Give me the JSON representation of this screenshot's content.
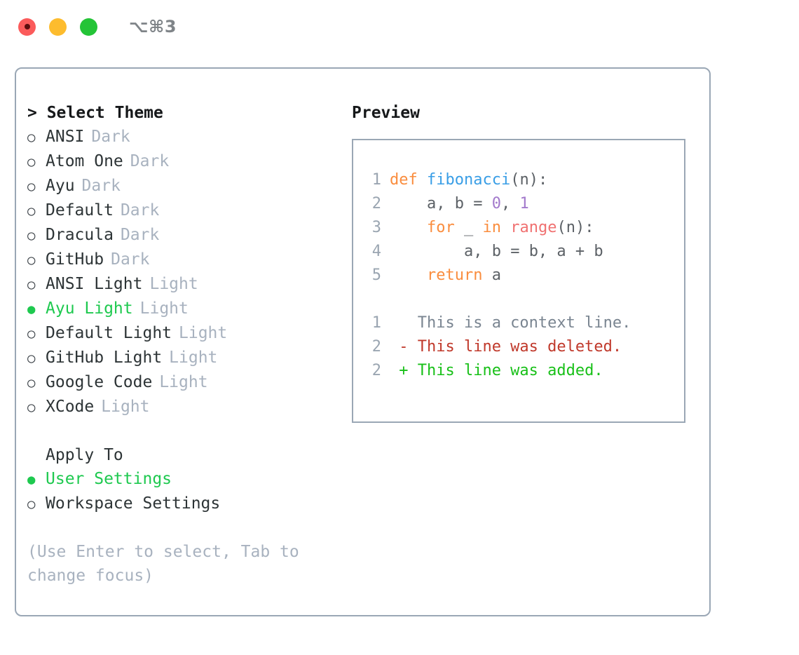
{
  "window": {
    "title": "⌥⌘3",
    "traffic_lights": [
      "close-red",
      "minimize-yellow",
      "maximize-green"
    ]
  },
  "left": {
    "section_title": "> Select Theme",
    "themes": [
      {
        "marker": "○",
        "label": "ANSI",
        "badge": "Dark",
        "selected": false
      },
      {
        "marker": "○",
        "label": "Atom One",
        "badge": "Dark",
        "selected": false
      },
      {
        "marker": "○",
        "label": "Ayu",
        "badge": "Dark",
        "selected": false
      },
      {
        "marker": "○",
        "label": "Default",
        "badge": "Dark",
        "selected": false
      },
      {
        "marker": "○",
        "label": "Dracula",
        "badge": "Dark",
        "selected": false
      },
      {
        "marker": "○",
        "label": "GitHub",
        "badge": "Dark",
        "selected": false
      },
      {
        "marker": "○",
        "label": "ANSI Light",
        "badge": "Light",
        "selected": false
      },
      {
        "marker": "●",
        "label": "Ayu Light",
        "badge": "Light",
        "selected": true
      },
      {
        "marker": "○",
        "label": "Default Light",
        "badge": "Light",
        "selected": false
      },
      {
        "marker": "○",
        "label": "GitHub Light",
        "badge": "Light",
        "selected": false
      },
      {
        "marker": "○",
        "label": "Google Code",
        "badge": "Light",
        "selected": false
      },
      {
        "marker": "○",
        "label": "XCode",
        "badge": "Light",
        "selected": false
      }
    ],
    "apply_to_title": "Apply To",
    "apply_to": [
      {
        "marker": "●",
        "label": "User Settings",
        "selected": true
      },
      {
        "marker": "○",
        "label": "Workspace Settings",
        "selected": false
      }
    ],
    "hint": "(Use Enter to select, Tab to change focus)"
  },
  "right": {
    "preview_title": "Preview",
    "code_lines": [
      {
        "num": "1",
        "tokens": [
          {
            "t": "def",
            "c": "kw"
          },
          {
            "t": " ",
            "c": "pl"
          },
          {
            "t": "fibonacci",
            "c": "fn"
          },
          {
            "t": "(n):",
            "c": "pl"
          }
        ]
      },
      {
        "num": "2",
        "tokens": [
          {
            "t": "    a, b ",
            "c": "pl"
          },
          {
            "t": "= ",
            "c": "op"
          },
          {
            "t": "0",
            "c": "num"
          },
          {
            "t": ", ",
            "c": "pl"
          },
          {
            "t": "1",
            "c": "num"
          }
        ]
      },
      {
        "num": "3",
        "tokens": [
          {
            "t": "    ",
            "c": "pl"
          },
          {
            "t": "for",
            "c": "kw"
          },
          {
            "t": " _ ",
            "c": "pl"
          },
          {
            "t": "in",
            "c": "kw"
          },
          {
            "t": " ",
            "c": "pl"
          },
          {
            "t": "range",
            "c": "bi"
          },
          {
            "t": "(n):",
            "c": "pl"
          }
        ]
      },
      {
        "num": "4",
        "tokens": [
          {
            "t": "        a, b ",
            "c": "pl"
          },
          {
            "t": "= ",
            "c": "op"
          },
          {
            "t": "b, a ",
            "c": "pl"
          },
          {
            "t": "+ ",
            "c": "op"
          },
          {
            "t": "b",
            "c": "pl"
          }
        ]
      },
      {
        "num": "5",
        "tokens": [
          {
            "t": "    ",
            "c": "pl"
          },
          {
            "t": "return",
            "c": "kw"
          },
          {
            "t": " a",
            "c": "pl"
          }
        ]
      }
    ],
    "diff_lines": [
      {
        "num": "1",
        "sign": " ",
        "text": "This is a context line.",
        "kind": "ctx"
      },
      {
        "num": "2",
        "sign": "-",
        "text": "This line was deleted.",
        "kind": "del"
      },
      {
        "num": "2",
        "sign": "+",
        "text": "This line was added.",
        "kind": "add"
      }
    ]
  },
  "colors": {
    "accent_green": "#1ec94f",
    "border": "#9aa7b5",
    "badge_gray": "#a8b2bf",
    "keyword_orange": "#fa8d3e",
    "function_blue": "#399ee6",
    "number_purple": "#a37acc",
    "builtin_red": "#f07171",
    "diff_del_red": "#c0392b",
    "diff_add_green": "#18c018"
  }
}
